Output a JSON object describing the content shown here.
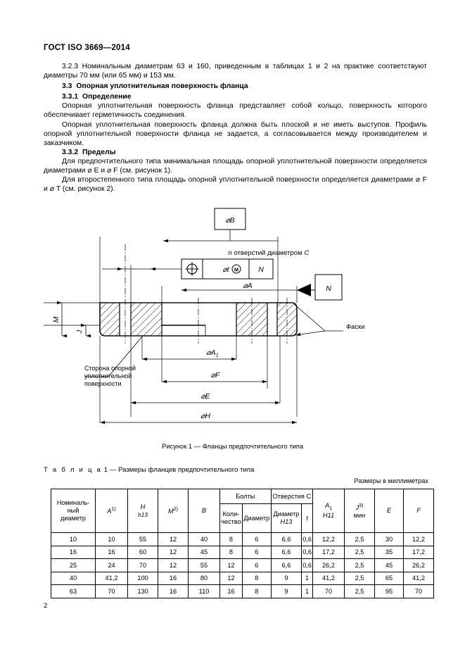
{
  "document": {
    "standard_header": "ГОСТ ISO 3669—2014",
    "page_number": "2"
  },
  "body": {
    "clause_323": "3.2.3  Номинальным диаметрам 63 и 160, приведенным в таблицах 1 и 2 на практике соответствуют диаметры 70 мм (или 65 мм) и 153 мм.",
    "heading_33_num": "3.3",
    "heading_33_text": "Опорная уплотнительная поверхность фланца",
    "heading_331_num": "3.3.1",
    "heading_331_text": "Определение",
    "para_331_1": "Опорная уплотнительная поверхность фланца представляет собой кольцо, поверхность которого обеспечивает герметичность соединения.",
    "para_331_2": "Опорная уплотнительная поверхность фланца должна быть плоской и не иметь выступов. Профиль опорной уплотнительной поверхности фланца не задается, а согласовывается между производителем и заказчиком.",
    "heading_332_num": "3.3.2",
    "heading_332_text": "Пределы",
    "para_332_1": "Для предпочтительного типа минимальная площадь опорной уплотнительной поверхности определяется диаметрами ⌀ E и ⌀ F (см. рисунок 1).",
    "para_332_2": "Для второстепенного типа площадь опорной уплотнительной поверхности определяется диаметрами ⌀ F и ⌀ T (см. рисунок 2)."
  },
  "figure": {
    "caption": "Рисунок 1 — Фланцы предпочтительного типа",
    "labels": {
      "diam_b": "⌀B",
      "holes_note": "n отверстий диаметром C",
      "fcf_tolerance": "⌀t",
      "fcf_modifier": "Ⓜ",
      "fcf_datum": "N",
      "datum_flag": "N",
      "diam_a": "⌀A",
      "diam_a1": "⌀A",
      "diam_a1_sub": "1",
      "diam_f": "⌀F",
      "diam_e": "⌀E",
      "diam_h": "⌀H",
      "dim_m": "M",
      "dim_j": "J",
      "chamfers": "Фаски",
      "bearing_side_line1": "Сторона опорной",
      "bearing_side_line2": "уплотнительной",
      "bearing_side_line3": "поверхности"
    }
  },
  "table": {
    "title_spaced": "Т а б л и ц а",
    "title_rest": "1 — Размеры фланцев предпочтительного типа",
    "units_note": "Размеры в миллиметрах",
    "group_headers": {
      "bolts": "Болты",
      "holes_c": "Отверстия C"
    },
    "headers": {
      "nominal_line1": "Номиналь-",
      "nominal_line2": "ный",
      "nominal_line3": "диаметр",
      "a": "A",
      "a_sup": "1)",
      "h": "H",
      "h_tol": "h13",
      "m": "M",
      "m_sup": "2)",
      "b": "B",
      "bolt_qty_line1": "Коли-",
      "bolt_qty_line2": "чество",
      "bolt_diam": "Диаметр",
      "hole_diam_line1": "Диаметр",
      "hole_diam_line2": "H13",
      "t": "t",
      "a1": "A",
      "a1_sub": "1",
      "a1_tol": "H11",
      "j": "J",
      "j_sup": "3)",
      "j_min": "мин",
      "e": "E",
      "f": "F"
    },
    "rows": [
      [
        "10",
        "10",
        "55",
        "12",
        "40",
        "8",
        "6",
        "6,6",
        "0,6",
        "12,2",
        "2,5",
        "30",
        "12,2"
      ],
      [
        "16",
        "16",
        "60",
        "12",
        "45",
        "8",
        "6",
        "6,6",
        "0,6",
        "17,2",
        "2,5",
        "35",
        "17,2"
      ],
      [
        "25",
        "24",
        "70",
        "12",
        "55",
        "12",
        "6",
        "6,6",
        "0,6",
        "26,2",
        "2,5",
        "45",
        "26,2"
      ],
      [
        "40",
        "41,2",
        "100",
        "16",
        "80",
        "12",
        "8",
        "9",
        "1",
        "41,2",
        "2,5",
        "65",
        "41,2"
      ],
      [
        "63",
        "70",
        "130",
        "16",
        "110",
        "16",
        "8",
        "9",
        "1",
        "70",
        "2,5",
        "95",
        "70"
      ]
    ]
  }
}
